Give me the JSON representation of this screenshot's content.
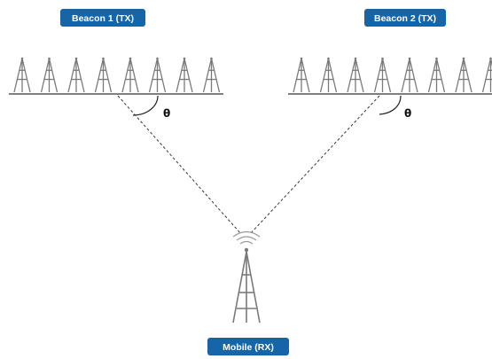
{
  "beacons": [
    {
      "label": "Beacon 1 (TX)",
      "angle_label": "θ",
      "antenna_count": 8
    },
    {
      "label": "Beacon 2 (TX)",
      "angle_label": "θ",
      "antenna_count": 8
    }
  ],
  "mobile": {
    "label": "Mobile (RX)"
  },
  "colors": {
    "label_background": "#1565a8",
    "label_text": "#ffffff",
    "tower": "#7a7a7a",
    "ray": "#333333"
  }
}
